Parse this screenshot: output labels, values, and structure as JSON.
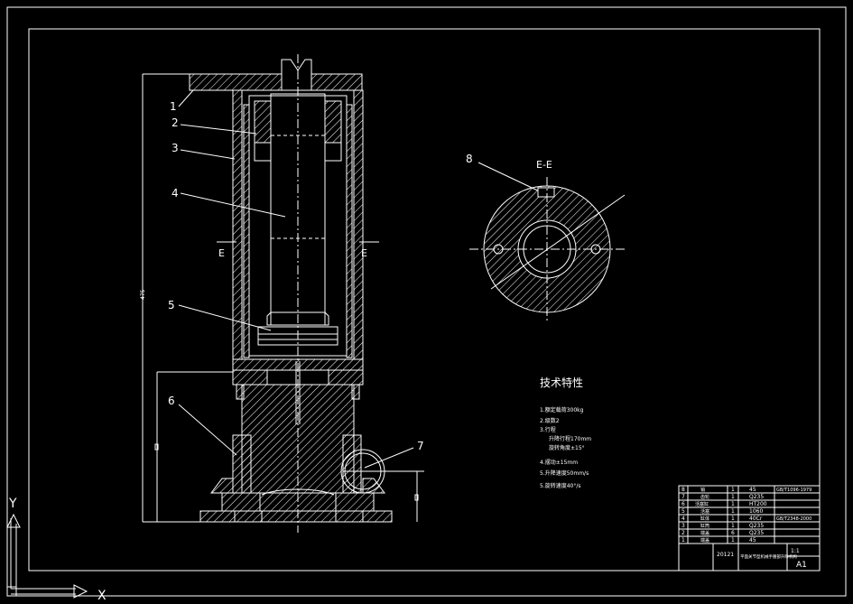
{
  "section_label": "E-E",
  "cut_marks": [
    "E",
    "E"
  ],
  "part_callouts": [
    "1",
    "2",
    "3",
    "4",
    "5",
    "6",
    "7",
    "8"
  ],
  "tech_spec": {
    "title": "技术特性",
    "lines": [
      "1.额定载荷300kg",
      "2.级数2",
      "3.行程",
      "升降行程170mm",
      "旋转角度±15°",
      "4.摆动±15mm",
      "5.升降速度50mm/s",
      "5.旋转速度40°/s"
    ]
  },
  "title_block": {
    "rows": [
      {
        "no": "8",
        "name": "销",
        "qty": "1",
        "material": "45",
        "standard": "GB/T1096-1979"
      },
      {
        "no": "7",
        "name": "齿轮",
        "qty": "1",
        "material": "Q235",
        "standard": ""
      },
      {
        "no": "6",
        "name": "活塞缸",
        "qty": "1",
        "material": "HT200",
        "standard": ""
      },
      {
        "no": "5",
        "name": "活塞",
        "qty": "1",
        "material": "1060",
        "standard": ""
      },
      {
        "no": "4",
        "name": "缸体",
        "qty": "1",
        "material": "40Cr",
        "standard": "GB/T2348-2000"
      },
      {
        "no": "3",
        "name": "缸筒",
        "qty": "1",
        "material": "Q235",
        "standard": ""
      },
      {
        "no": "2",
        "name": "端盖",
        "qty": "6",
        "material": "Q235",
        "standard": ""
      },
      {
        "no": "1",
        "name": "端盖",
        "qty": "1",
        "material": "45",
        "standard": ""
      }
    ],
    "year": "20121",
    "drawing_title": "平面关节型机械手腰部升降机构",
    "scale": "1:1",
    "sheet": "A1"
  },
  "axes": {
    "x": "X",
    "y": "Y"
  },
  "dim_label": "475"
}
